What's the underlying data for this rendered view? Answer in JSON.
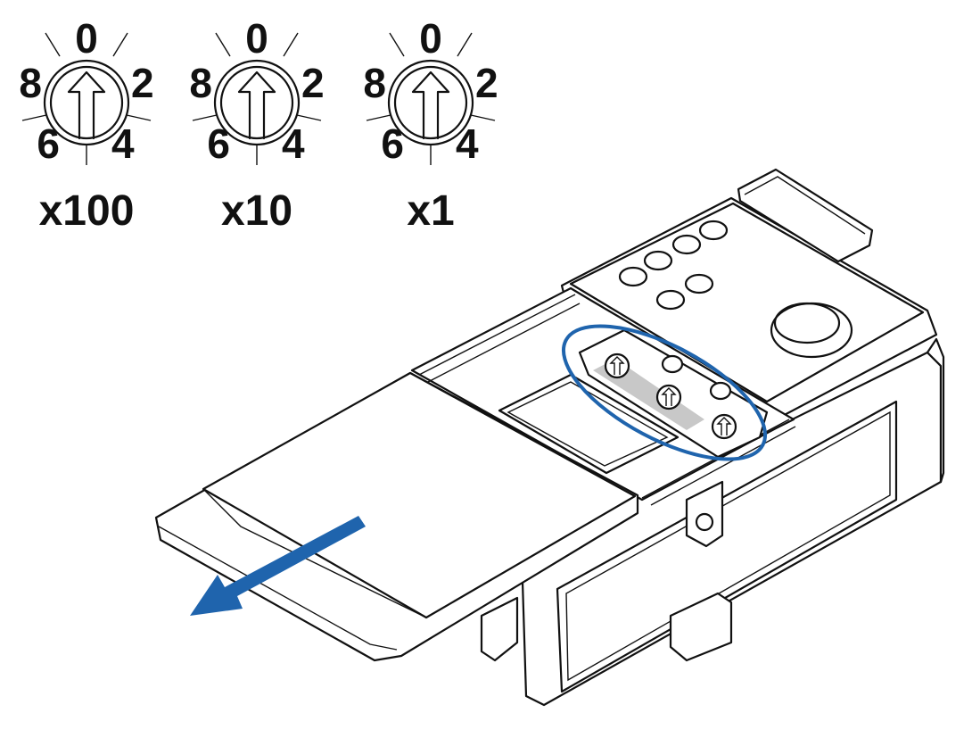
{
  "switches": [
    {
      "multiplier": "x100",
      "positions": {
        "top": "0",
        "right": "2",
        "bottom_right": "4",
        "bottom_left": "6",
        "left": "8"
      }
    },
    {
      "multiplier": "x10",
      "positions": {
        "top": "0",
        "right": "2",
        "bottom_right": "4",
        "bottom_left": "6",
        "left": "8"
      }
    },
    {
      "multiplier": "x1",
      "positions": {
        "top": "0",
        "right": "2",
        "bottom_right": "4",
        "bottom_left": "6",
        "left": "8"
      }
    }
  ],
  "colors": {
    "highlight": "#1f64ad",
    "arrow": "#1f64ad",
    "outline": "#111111"
  },
  "icons": {
    "direction_arrow": "slide-cover-arrow-icon",
    "highlight": "highlight-ellipse"
  }
}
